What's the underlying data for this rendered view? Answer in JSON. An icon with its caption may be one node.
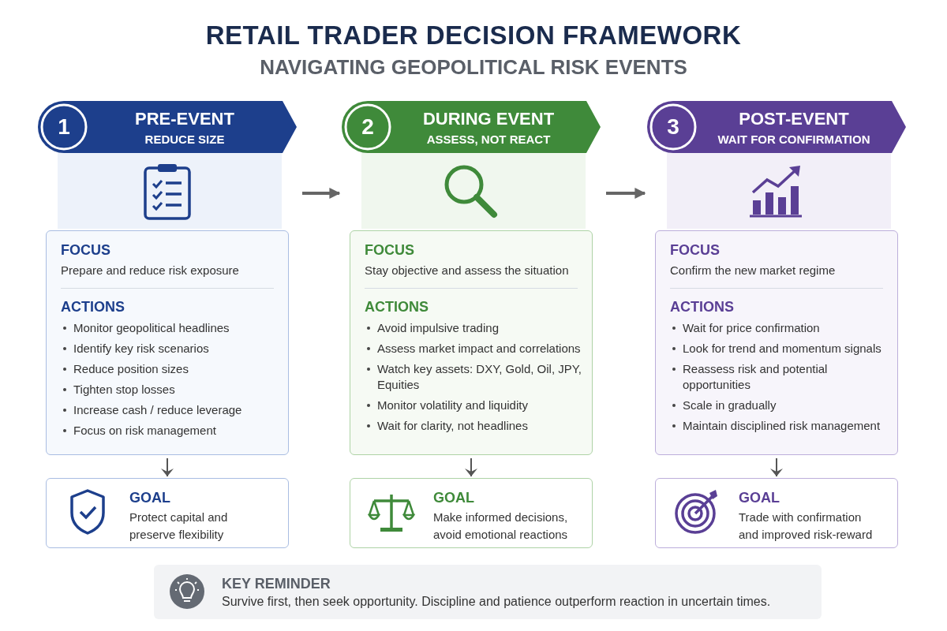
{
  "diagram": {
    "title": "RETAIL TRADER DECISION FRAMEWORK",
    "caption": "NAVIGATING GEOPOLITICAL RISK EVENTS",
    "nodes": [
      {
        "text": [
          "1",
          "PRE-EVENT",
          "REDUCE SIZE"
        ]
      },
      {
        "text": [
          "FOCUS",
          "Prepare and reduce risk exposure",
          "ACTIONS",
          "Monitor geopolitical headlines",
          "Identify key risk scenarios",
          "Reduce position sizes",
          "Tighten stop losses",
          "Increase cash / reduce leverage",
          "Focus on risk management"
        ]
      },
      {
        "text": [
          "GOAL",
          "Protect capital and preserve flexibility"
        ]
      },
      {
        "text": [
          "2",
          "DURING EVENT",
          "ASSESS, NOT REACT"
        ]
      },
      {
        "text": [
          "FOCUS",
          "Stay objective and assess the situation",
          "ACTIONS",
          "Avoid impulsive trading",
          "Assess market impact and correlations",
          "Watch key assets: DXY, Gold, Oil, JPY, Equities",
          "Monitor volatility and liquidity",
          "Wait for clarity, not headlines"
        ]
      },
      {
        "text": [
          "GOAL",
          "Make informed decisions, avoid emotional reactions"
        ]
      },
      {
        "text": [
          "3",
          "POST-EVENT",
          "WAIT FOR CONFIRMATION"
        ]
      },
      {
        "text": [
          "FOCUS",
          "Confirm the new market regime",
          "ACTIONS",
          "Wait for price confirmation",
          "Look for trend and momentum signals",
          "Reassess risk and potential opportunities",
          "Scale in gradually",
          "Maintain disciplined risk management"
        ]
      },
      {
        "text": [
          "GOAL",
          "Trade with confirmation and improved risk-reward"
        ]
      },
      {
        "text": [
          "KEY REMINDER",
          "Survive first, then seek opportunity. Discipline and patience outperform reaction in uncertain times."
        ]
      }
    ],
    "edges": [
      {
        "from": 0,
        "to": 3,
        "arrow": "to",
        "style": "thick"
      },
      {
        "from": 3,
        "to": 6,
        "arrow": "to",
        "style": "thick"
      },
      {
        "from": 1,
        "to": 2,
        "arrow": "to"
      },
      {
        "from": 4,
        "to": 5,
        "arrow": "to"
      },
      {
        "from": 7,
        "to": 8,
        "arrow": "to"
      }
    ]
  }
}
